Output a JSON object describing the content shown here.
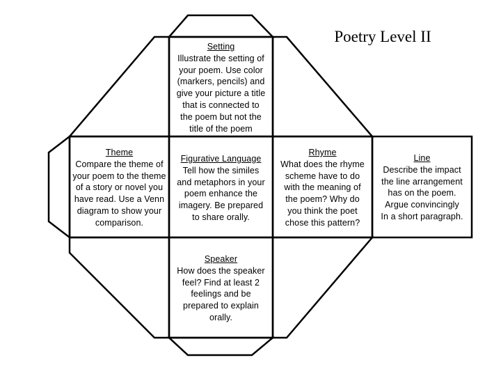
{
  "title": "Poetry  Level II",
  "faces": {
    "setting": {
      "heading": "Setting",
      "lines": [
        "Illustrate the setting of",
        "your poem. Use color",
        "(markers, pencils) and",
        "give your picture a title",
        "that is connected to",
        "the poem but not the",
        "title of the poem"
      ]
    },
    "theme": {
      "heading": "Theme",
      "lines": [
        "Compare the theme of",
        "your poem to the theme",
        "of a story or novel you",
        "have read. Use a Venn",
        "diagram to show your",
        "comparison."
      ]
    },
    "figurative_language": {
      "heading": "Figurative Language",
      "lines": [
        "Tell how the similes",
        "and metaphors in your",
        "poem enhance the",
        "imagery. Be prepared",
        "to share orally."
      ]
    },
    "rhyme": {
      "heading": "Rhyme",
      "lines": [
        "What does the rhyme",
        "scheme have to do",
        "with the meaning of",
        "the poem? Why do",
        "you think the poet",
        "chose this pattern?"
      ]
    },
    "line": {
      "heading": "Line",
      "lines": [
        "Describe the impact",
        "the line arrangement",
        "has on the poem.",
        "Argue convincingly",
        "In a short paragraph."
      ]
    },
    "speaker": {
      "heading": "Speaker",
      "lines": [
        "How does the speaker",
        "feel? Find at least 2",
        "feelings and be",
        "prepared to explain",
        "orally."
      ]
    }
  }
}
